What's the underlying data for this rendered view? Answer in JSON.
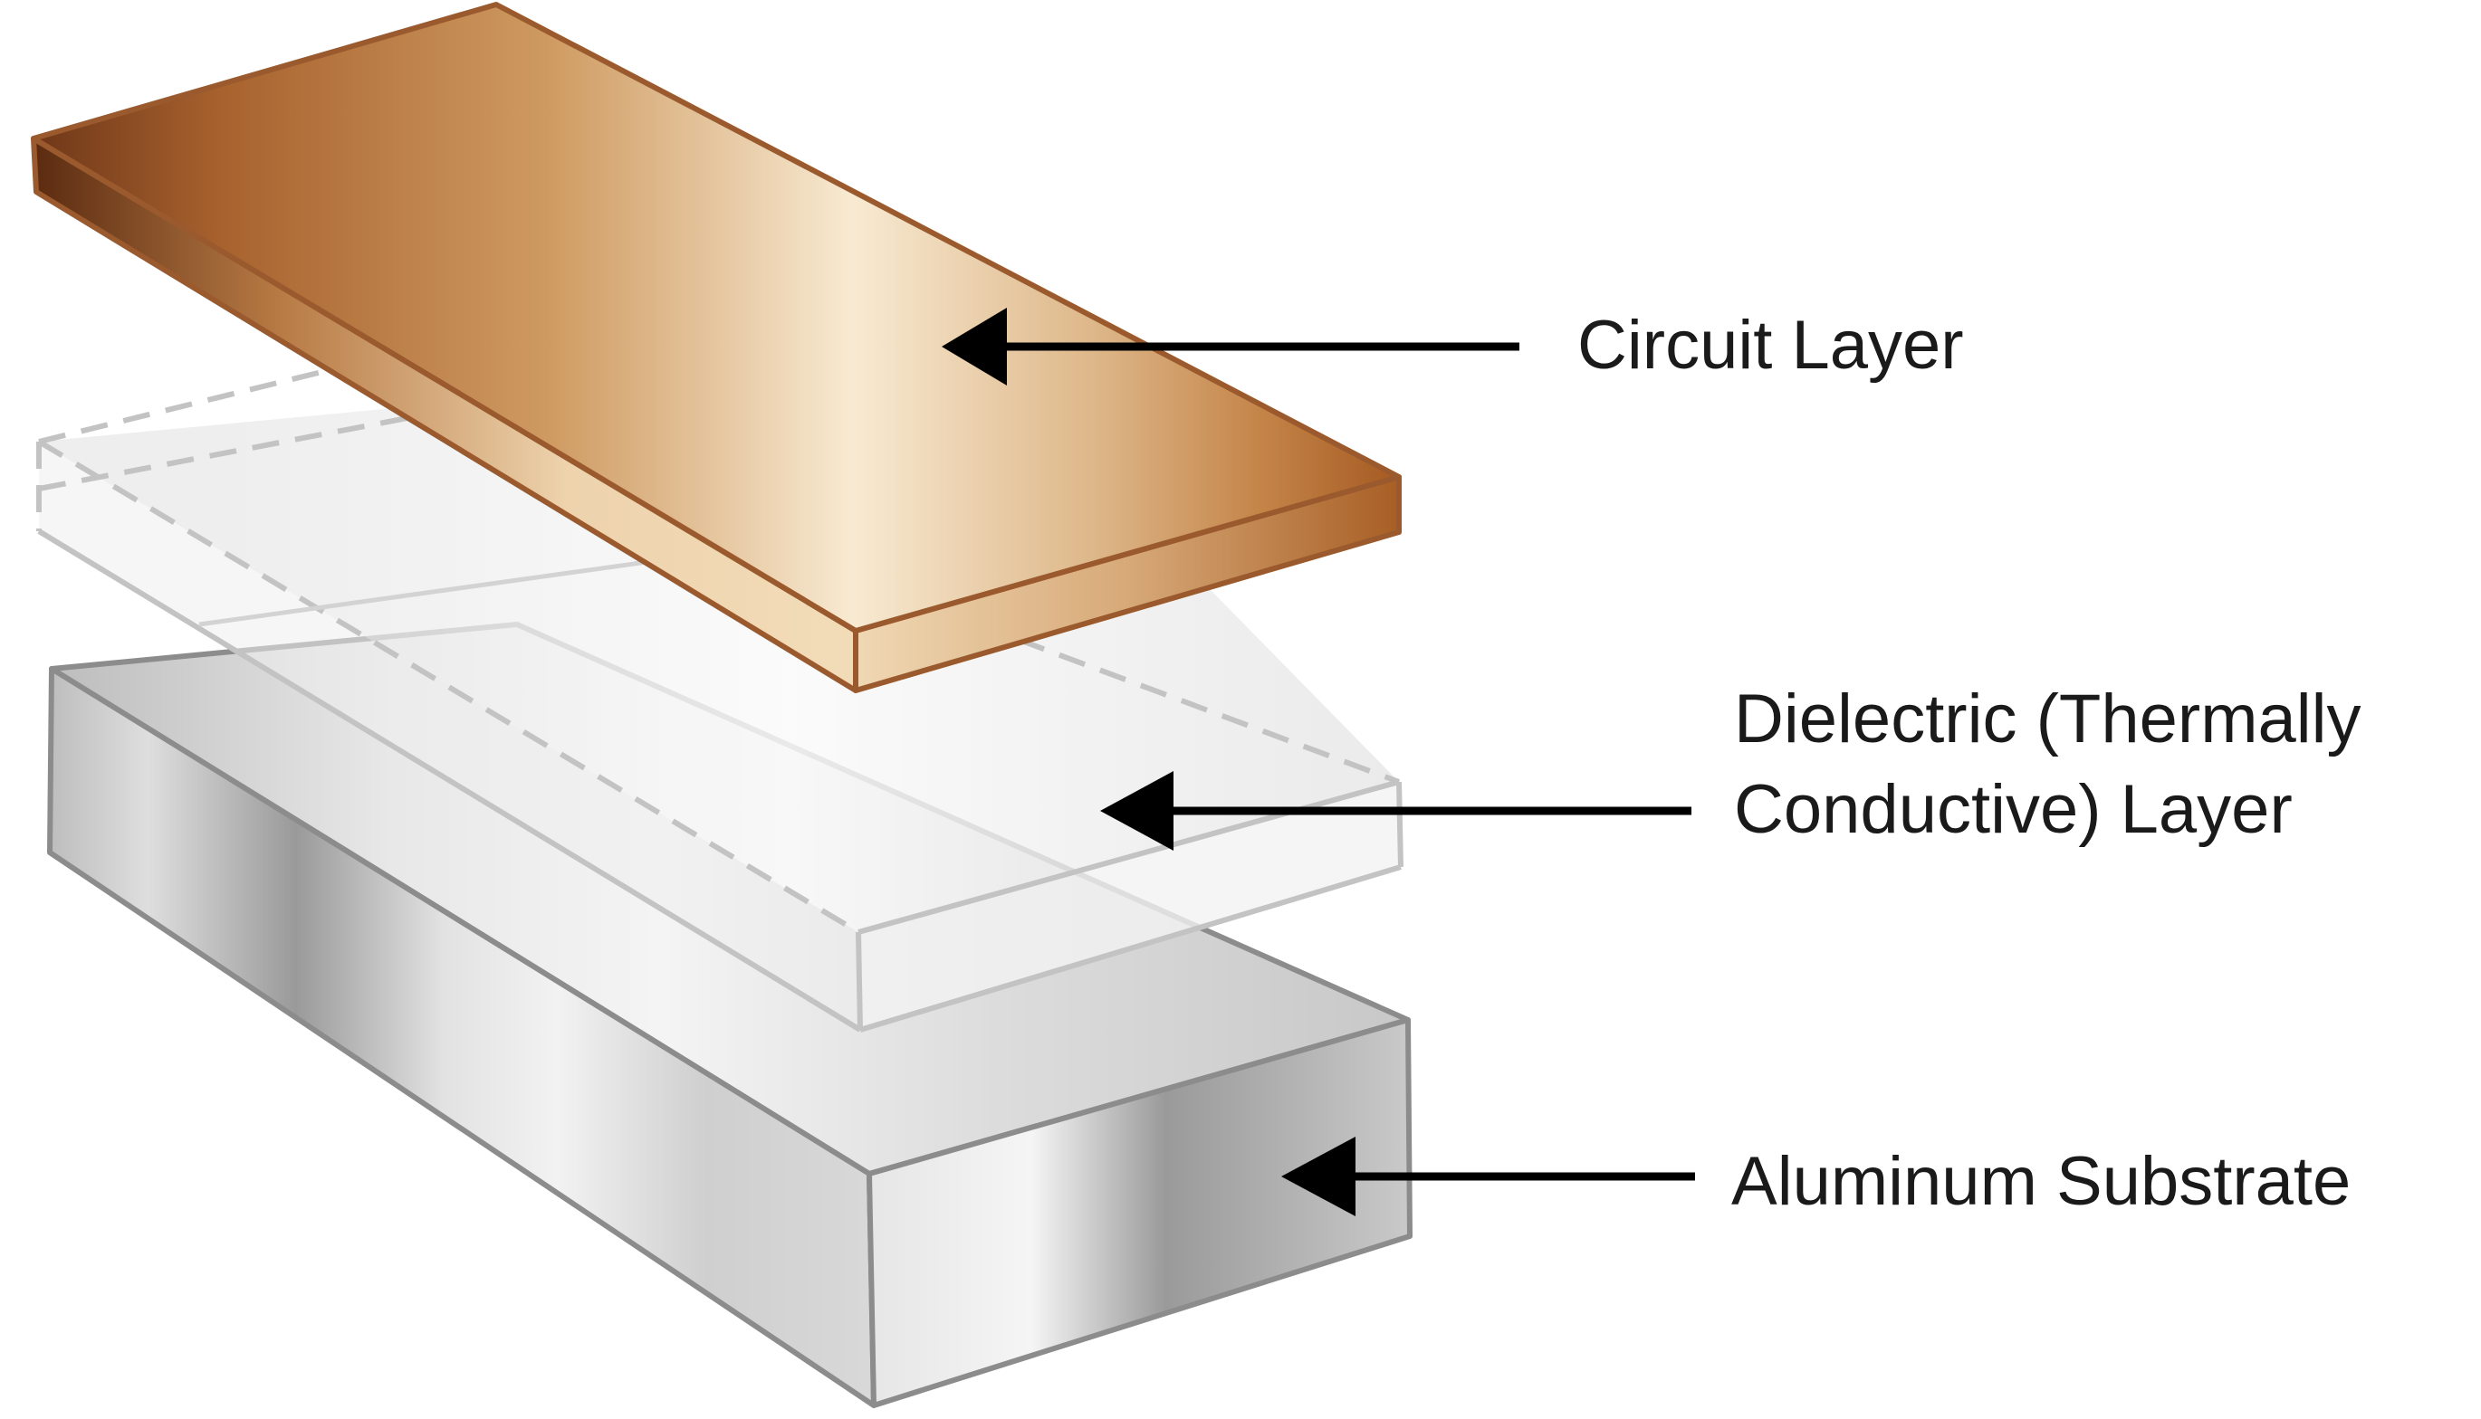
{
  "labels": {
    "circuit_layer": "Circuit Layer",
    "dielectric_line1": "Dielectric (Thermally",
    "dielectric_line2": "Conductive) Layer",
    "aluminum_substrate": "Aluminum Substrate"
  },
  "colors": {
    "copper_dark": "#8a4a22",
    "copper_light": "#f6e6cc",
    "copper_edge": "#9a5a2e",
    "aluminum_dark": "#8f8f8f",
    "aluminum_light": "#eeeeee",
    "aluminum_edge": "#8c8c8c",
    "dielectric_edge": "#bfbfbf",
    "arrow": "#000000"
  }
}
